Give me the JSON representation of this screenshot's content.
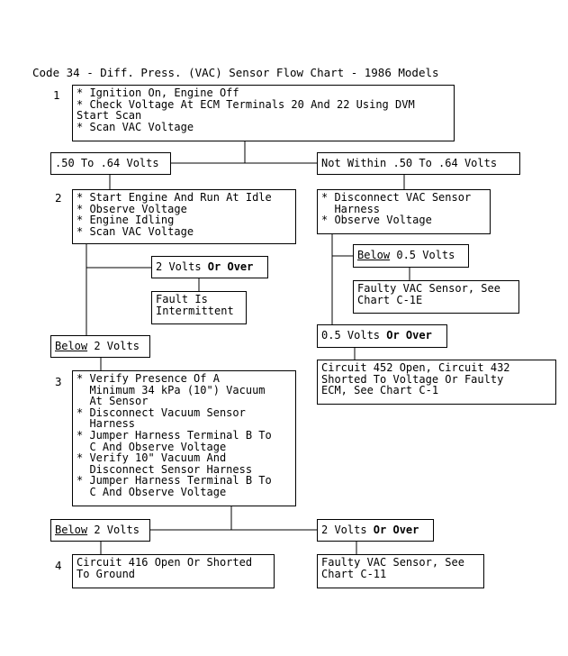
{
  "title": "Code 34 - Diff. Press. (VAC) Sensor Flow Chart - 1986 Models",
  "steps": {
    "s1": "1",
    "s2": "2",
    "s3": "3",
    "s4": "4"
  },
  "boxes": {
    "step1": "* Ignition On, Engine Off\n* Check Voltage At ECM Terminals 20 And 22 Using DVM\nStart Scan\n* Scan VAC Voltage",
    "range_ok": ".50 To .64 Volts",
    "range_not": "Not Within .50 To .64 Volts",
    "step2": "* Start Engine And Run At Idle\n* Observe Voltage\n* Engine Idling\n* Scan VAC Voltage",
    "disconnect": "* Disconnect VAC Sensor\n  Harness\n* Observe Voltage",
    "idle_over": {
      "value": "2 Volts ",
      "emph": "Or Over"
    },
    "intermittent": "Fault Is\nIntermittent",
    "below_05": {
      "emph": "Below",
      "value": " 0.5 Volts"
    },
    "faulty_c1e": "Faulty VAC Sensor, See\nChart C-1E",
    "over_05": {
      "value": "0.5 Volts ",
      "emph": "Or Over"
    },
    "circuit_452": "Circuit 452 Open, Circuit 432\nShorted To Voltage Or Faulty\nECM, See Chart C-1",
    "idle_below": {
      "emph": "Below",
      "value": " 2 Volts"
    },
    "step3": "* Verify Presence Of A\n  Minimum 34 kPa (10\") Vacuum\n  At Sensor\n* Disconnect Vacuum Sensor\n  Harness\n* Jumper Harness Terminal B To\n  C And Observe Voltage\n* Verify 10\" Vacuum And\n  Disconnect Sensor Harness\n* Jumper Harness Terminal B To\n  C And Observe Voltage",
    "s3_below": {
      "emph": "Below",
      "value": " 2 Volts"
    },
    "s3_over": {
      "value": "2 Volts ",
      "emph": "Or Over"
    },
    "circuit_416": "Circuit 416 Open Or Shorted\nTo Ground",
    "faulty_c11": "Faulty VAC Sensor, See\nChart C-11"
  }
}
